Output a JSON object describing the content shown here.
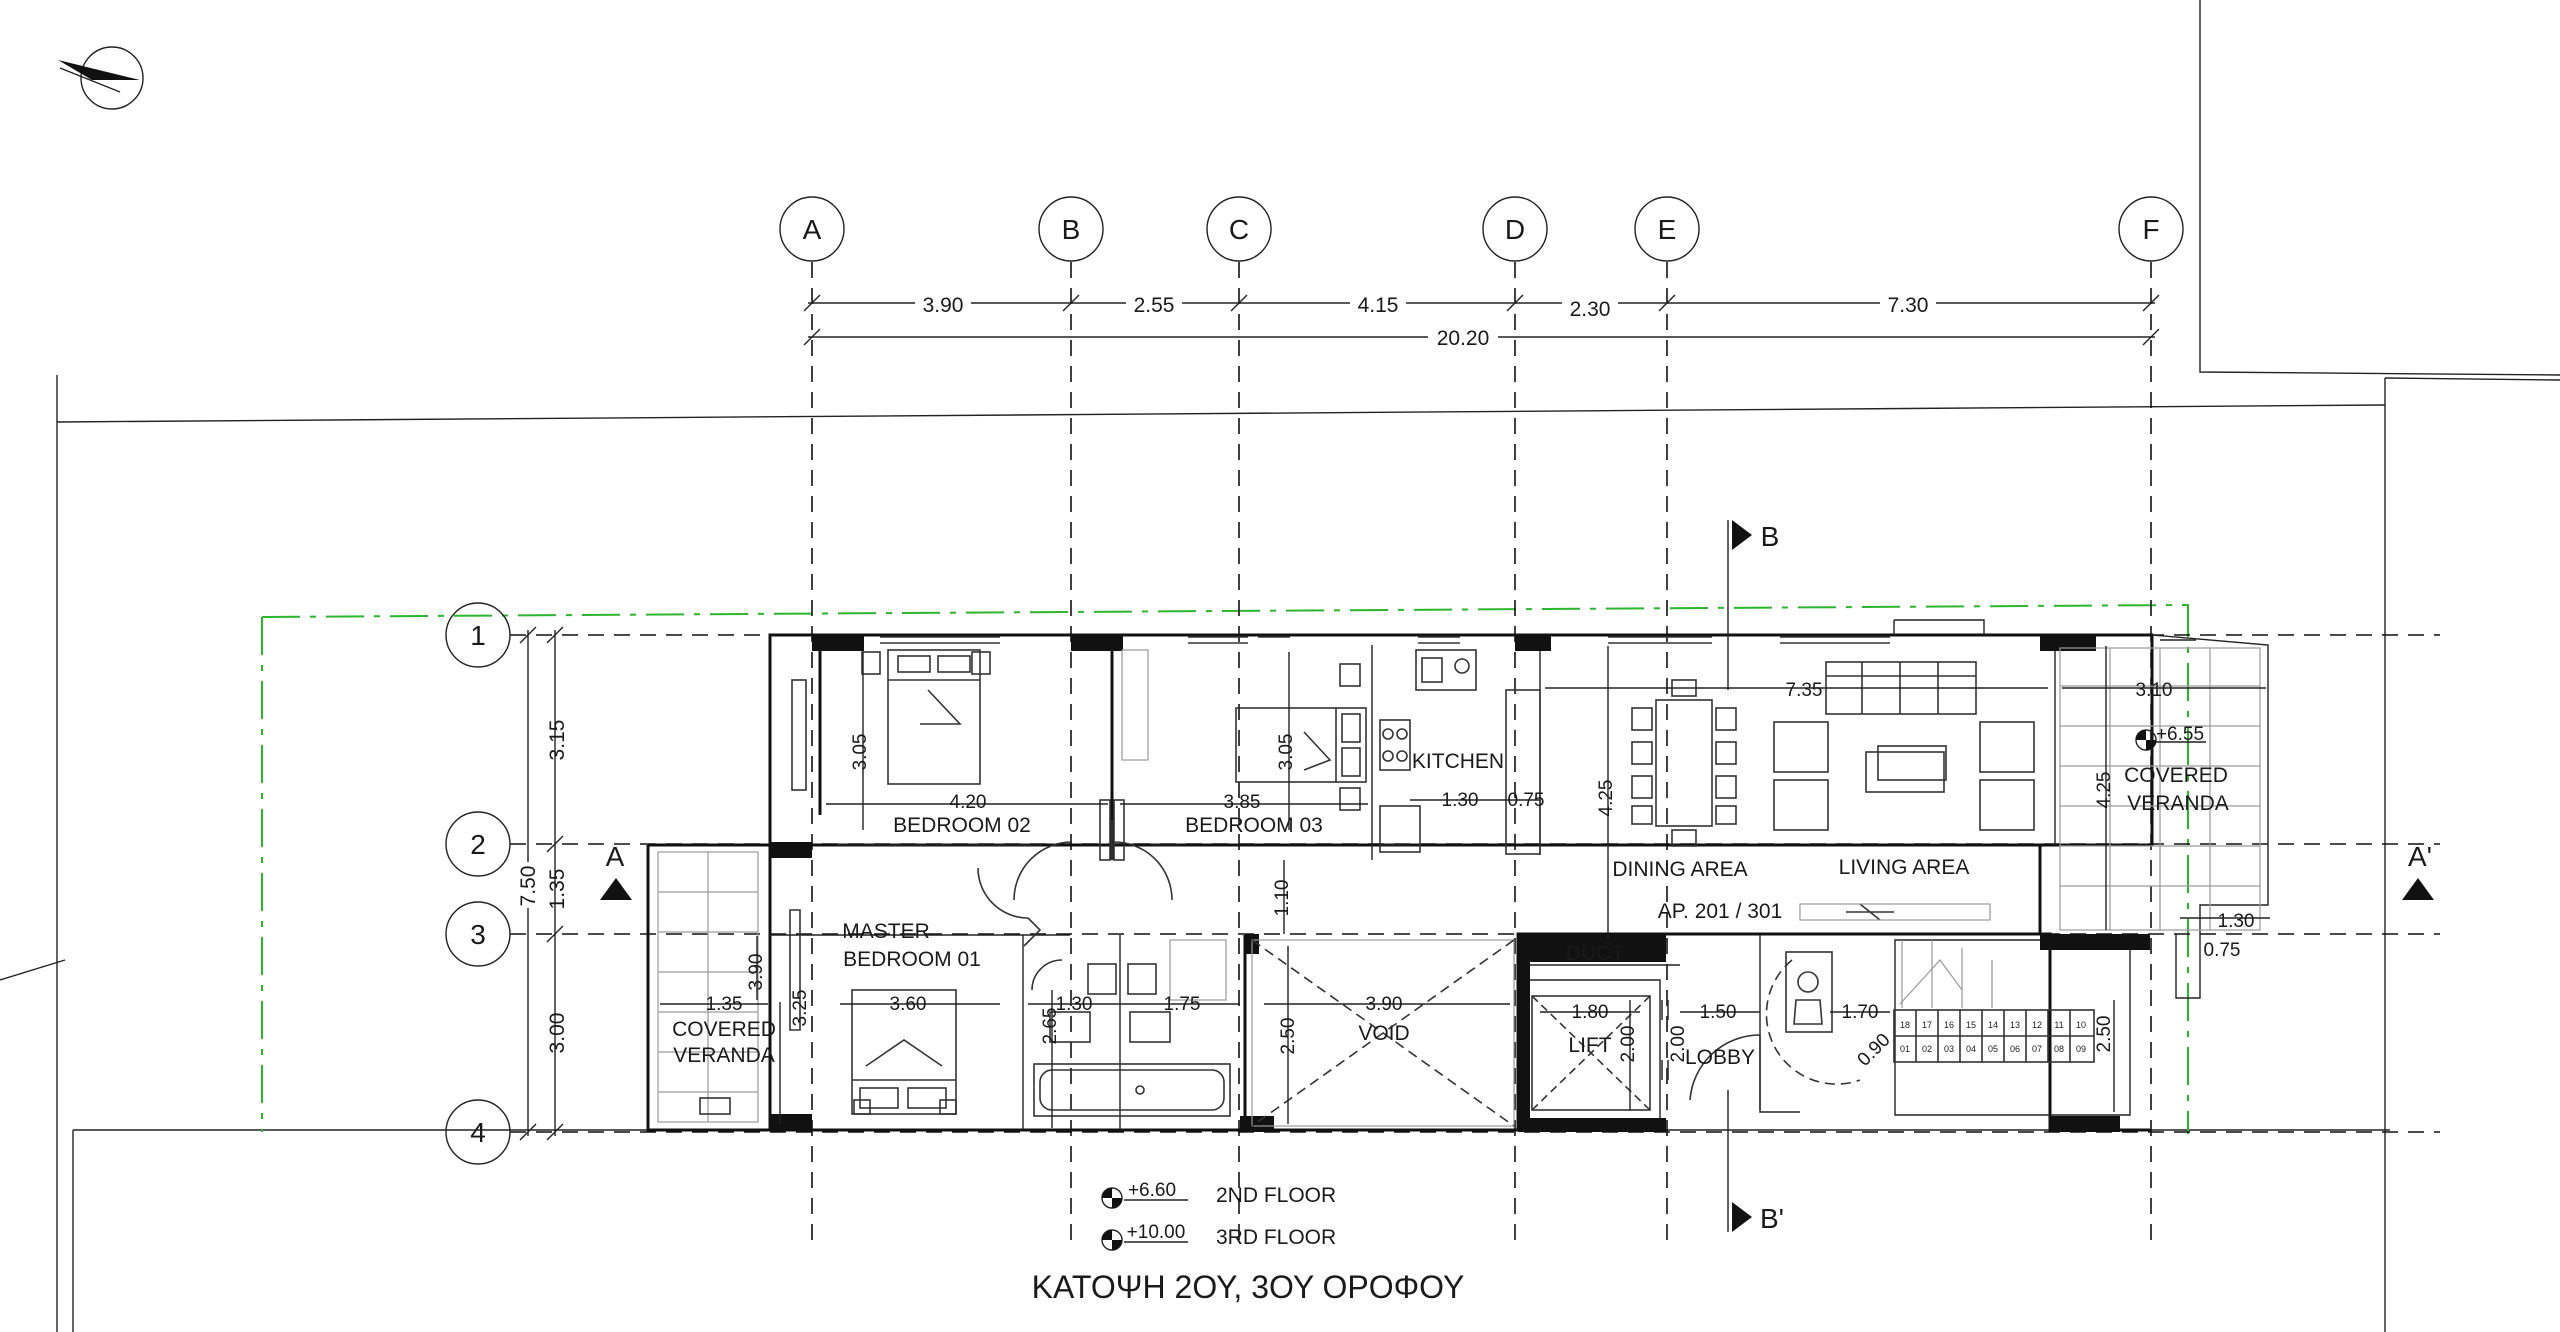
{
  "title": "ΚΑΤΟΨΗ 2ΟΥ, 3ΟΥ ΟΡΟΦΟΥ",
  "grid_columns": [
    "A",
    "B",
    "C",
    "D",
    "E",
    "F"
  ],
  "grid_rows": [
    "1",
    "2",
    "3",
    "4"
  ],
  "column_dimensions": [
    "3.90",
    "2.55",
    "4.15",
    "2.30",
    "7.30"
  ],
  "overall_width": "20.20",
  "row_dimensions": [
    "3.15",
    "1.35",
    "3.00"
  ],
  "overall_depth": "7.50",
  "sections": {
    "a": "A",
    "a_prime": "A'",
    "b": "B",
    "b_prime": "B'"
  },
  "rooms": {
    "bedroom02": "BEDROOM 02",
    "bedroom03": "BEDROOM 03",
    "kitchen": "KITCHEN",
    "dining": "DINING AREA",
    "living": "LIVING AREA",
    "veranda_right_1": "COVERED",
    "veranda_right_2": "VERANDA",
    "master_1": "MASTER",
    "master_2": "BEDROOM 01",
    "veranda_left_1": "COVERED",
    "veranda_left_2": "VERANDA",
    "void": "VOID",
    "duct": "DUCT",
    "lift": "LIFT",
    "lobby": "LOBBY",
    "apartment": "AP. 201 / 301"
  },
  "inner_dims": {
    "b02_w": "4.20",
    "b02_h": "3.05",
    "b03_w": "3.85",
    "b03_h": "3.05",
    "kitchen_w": "1.30",
    "kitchen_gap": "0.75",
    "living_w": "7.35",
    "living_h": "4.25",
    "veranda_w": "3.10",
    "veranda_h": "4.25",
    "veranda_gap": "1.30",
    "veranda_step": "0.75",
    "corridor_h": "1.10",
    "master_w": "3.60",
    "master_h": "3.25",
    "veranda_l_w": "1.35",
    "veranda_l_h": "3.90",
    "bath_w1": "1.30",
    "bath_w2": "1.75",
    "bath_h": "2.65",
    "bath_h2": "2.50",
    "void_w": "3.90",
    "lift_w": "1.80",
    "lift_h": "2.00",
    "lift_h2": "2.00",
    "lobby_w": "1.50",
    "lobby_w2": "1.70",
    "lobby_d": "0.90",
    "stair_h": "2.50"
  },
  "levels": [
    {
      "elevation": "+6.60",
      "label": "2ND FLOOR"
    },
    {
      "elevation": "+10.00",
      "label": "3RD FLOOR"
    }
  ],
  "veranda_level": "+6.55",
  "stair_numbers_top": [
    "18",
    "17",
    "16",
    "15",
    "14",
    "13",
    "12",
    "11",
    "10"
  ],
  "stair_numbers_bottom": [
    "01",
    "02",
    "03",
    "04",
    "05",
    "06",
    "07",
    "08",
    "09"
  ],
  "colors": {
    "line": "#111111",
    "boundary": "#2db52d",
    "fixture": "#9a9a9a"
  }
}
